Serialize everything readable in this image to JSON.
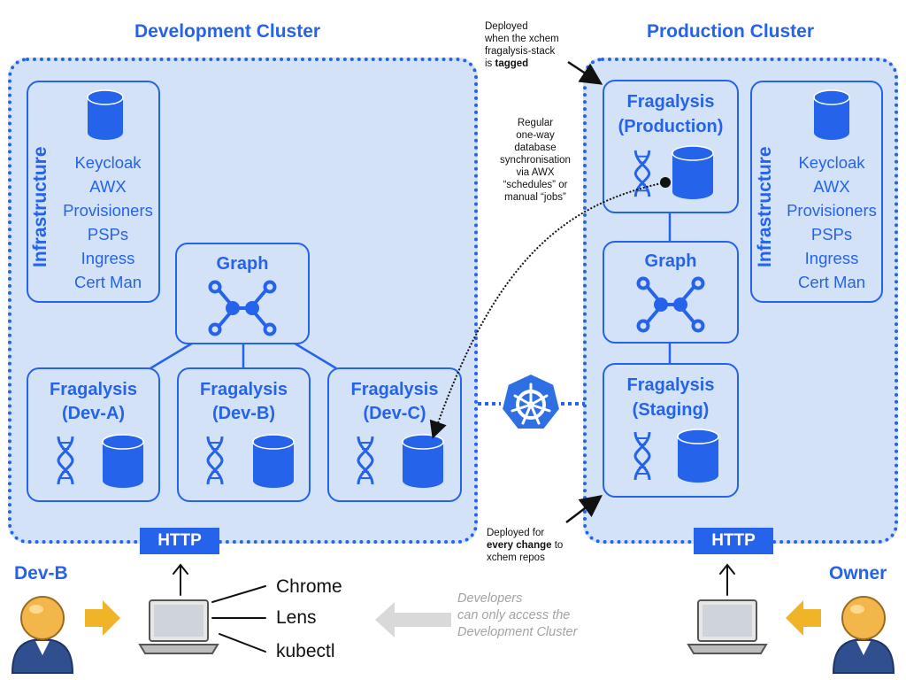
{
  "clusters": {
    "development": {
      "title": "Development Cluster",
      "infrastructure": {
        "label": "Infrastructure",
        "items": [
          "Keycloak",
          "AWX",
          "Provisioners",
          "PSPs",
          "Ingress",
          "Cert Man"
        ]
      },
      "graph": {
        "label": "Graph"
      },
      "instances": [
        {
          "line1": "Fragalysis",
          "line2": "(Dev-A)"
        },
        {
          "line1": "Fragalysis",
          "line2": "(Dev-B)"
        },
        {
          "line1": "Fragalysis",
          "line2": "(Dev-C)"
        }
      ],
      "http": "HTTP"
    },
    "production": {
      "title": "Production Cluster",
      "infrastructure": {
        "label": "Infrastructure",
        "items": [
          "Keycloak",
          "AWX",
          "Provisioners",
          "PSPs",
          "Ingress",
          "Cert Man"
        ]
      },
      "graph": {
        "label": "Graph"
      },
      "production_stack": {
        "line1": "Fragalysis",
        "line2": "(Production)"
      },
      "staging_stack": {
        "line1": "Fragalysis",
        "line2": "(Staging)"
      },
      "http": "HTTP"
    }
  },
  "notes": {
    "tagged": {
      "l1": "Deployed",
      "l2": "when the xchem",
      "l3": "fragalysis-stack",
      "l4_pre": "is ",
      "l4_bold": "tagged"
    },
    "sync": {
      "l1": "Regular",
      "l2": "one-way",
      "l3": "database",
      "l4": "synchronisation",
      "l5": "via AWX",
      "l6": "“schedules” or",
      "l7": "manual “jobs”"
    },
    "change": {
      "l1": "Deployed for",
      "l2_bold": "every change",
      "l2_post": " to",
      "l3": "xchem repos"
    }
  },
  "tools": [
    "Chrome",
    "Lens",
    "kubectl"
  ],
  "access_note": {
    "l1": "Developers",
    "l2": "can only access the",
    "l3": "Development Cluster"
  },
  "people": {
    "developer": "Dev-B",
    "owner": "Owner"
  },
  "colors": {
    "accent": "#2563eb",
    "cluster_fill": "#d4e2f8",
    "arrow_gold": "#f0b429",
    "gray_arrow": "#d9d9d9"
  }
}
